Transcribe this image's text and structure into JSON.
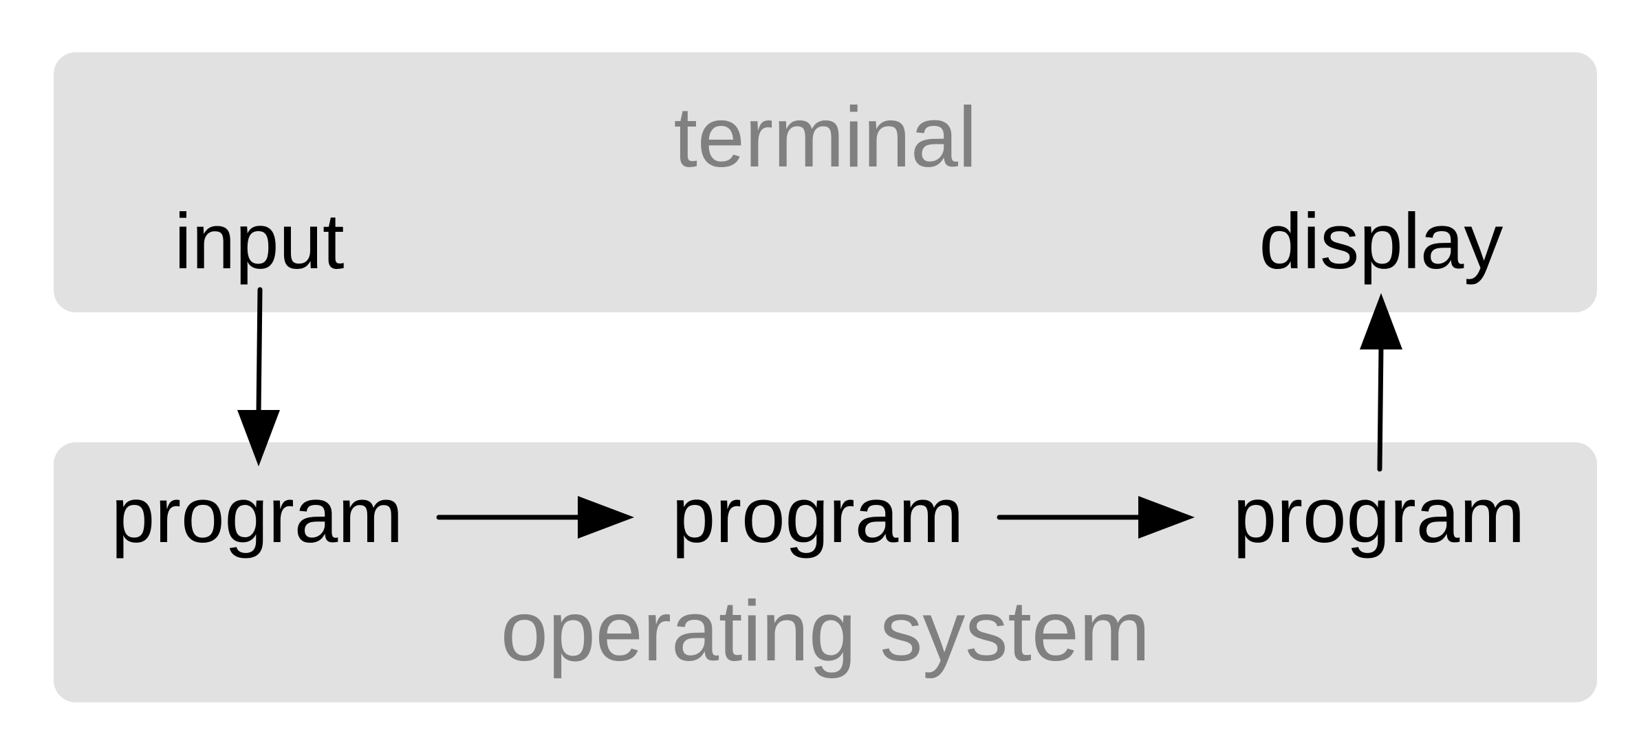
{
  "diagram": {
    "groups": {
      "terminal": "terminal",
      "operating_system": "operating system"
    },
    "nodes": {
      "input": "input",
      "display": "display",
      "program_1": "program",
      "program_2": "program",
      "program_3": "program"
    }
  },
  "colors": {
    "group_fill": "#e1e1e1",
    "group_text": "#808080",
    "node_text": "#000000",
    "arrow": "#000000"
  }
}
